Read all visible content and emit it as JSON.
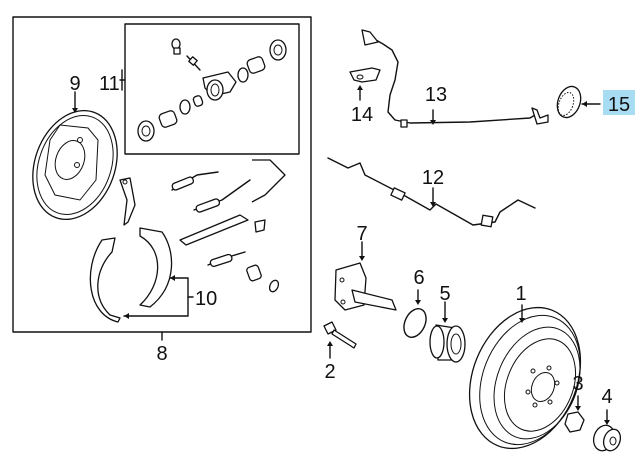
{
  "diagram": {
    "type": "exploded-parts-view",
    "subject": "Rear drum brake and hub assembly",
    "highlight_color": "#a8dcf3",
    "highlighted_callout": "15",
    "callouts": [
      {
        "id": "c1",
        "label": "1",
        "part": "brake-drum"
      },
      {
        "id": "c2",
        "label": "2",
        "part": "spindle-bolt"
      },
      {
        "id": "c3",
        "label": "3",
        "part": "hub-nut"
      },
      {
        "id": "c4",
        "label": "4",
        "part": "dust-cap"
      },
      {
        "id": "c5",
        "label": "5",
        "part": "wheel-bearing"
      },
      {
        "id": "c6",
        "label": "6",
        "part": "snap-ring"
      },
      {
        "id": "c7",
        "label": "7",
        "part": "spindle"
      },
      {
        "id": "c8",
        "label": "8",
        "part": "brake-assembly-kit"
      },
      {
        "id": "c9",
        "label": "9",
        "part": "backing-plate"
      },
      {
        "id": "c10",
        "label": "10",
        "part": "brake-shoes"
      },
      {
        "id": "c11",
        "label": "11",
        "part": "wheel-cylinder-kit"
      },
      {
        "id": "c12",
        "label": "12",
        "part": "brake-line"
      },
      {
        "id": "c13",
        "label": "13",
        "part": "abs-sensor"
      },
      {
        "id": "c14",
        "label": "14",
        "part": "sensor-bracket"
      },
      {
        "id": "c15",
        "label": "15",
        "part": "abs-tone-ring"
      }
    ]
  }
}
